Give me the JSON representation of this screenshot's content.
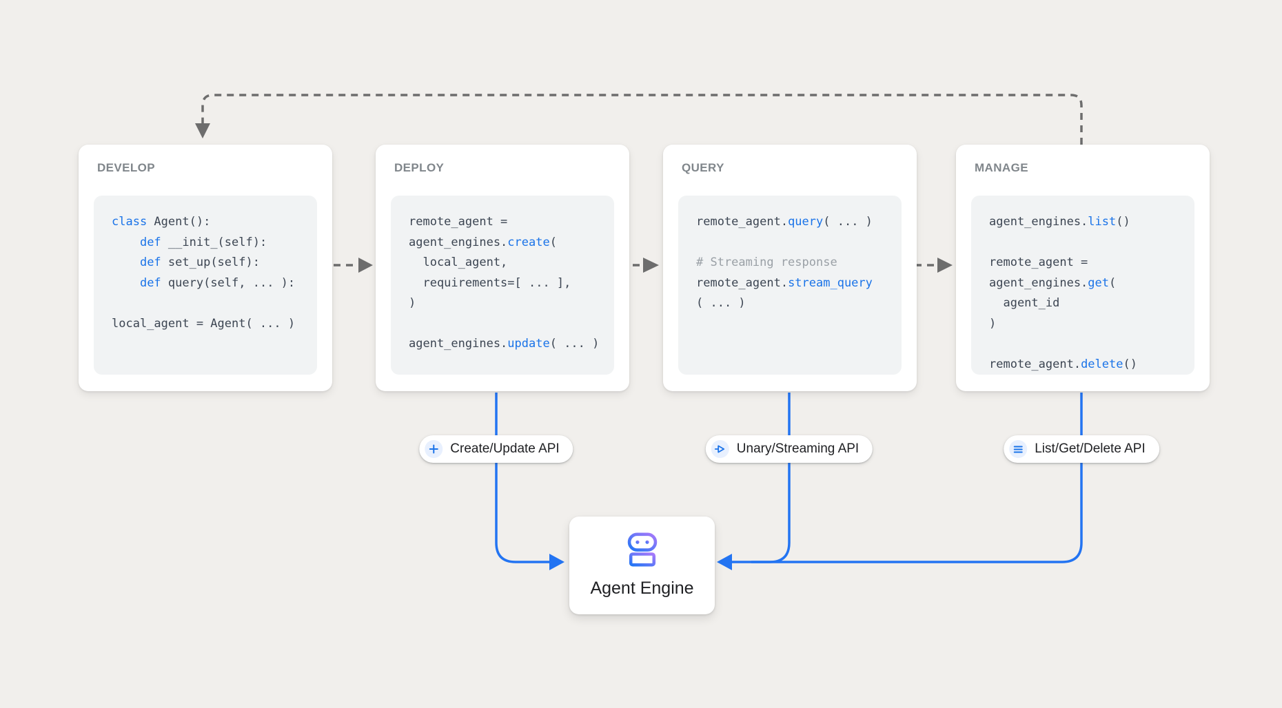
{
  "colors": {
    "background": "#F1EFEC",
    "card": "#FFFFFF",
    "code_bg": "#F1F3F4",
    "keyword_blue": "#1A73E8",
    "code_text": "#3C4552",
    "comment_gray": "#9AA0A6",
    "title_gray": "#80868B",
    "dashed_gray": "#6D6D6D",
    "flow_blue": "#2374F2",
    "icon_circle_bg": "#E8F0FE",
    "text_dark": "#202124",
    "robot_purple": "#A879FA",
    "robot_blue": "#2276F5"
  },
  "cards": [
    {
      "title": "DEVELOP",
      "code": [
        [
          {
            "t": "class",
            "c": "kw"
          },
          {
            "t": " Agent():",
            "c": "p"
          }
        ],
        [
          {
            "t": "    ",
            "c": "p"
          },
          {
            "t": "def",
            "c": "kw"
          },
          {
            "t": " __init_(self):",
            "c": "p"
          }
        ],
        [
          {
            "t": "    ",
            "c": "p"
          },
          {
            "t": "def",
            "c": "kw"
          },
          {
            "t": " set_up(self):",
            "c": "p"
          }
        ],
        [
          {
            "t": "    ",
            "c": "p"
          },
          {
            "t": "def",
            "c": "kw"
          },
          {
            "t": " query(self, ... ):",
            "c": "p"
          }
        ],
        [],
        [
          {
            "t": "local_agent = Agent( ... )",
            "c": "p"
          }
        ]
      ]
    },
    {
      "title": "DEPLOY",
      "code": [
        [
          {
            "t": "remote_agent =",
            "c": "p"
          }
        ],
        [
          {
            "t": "agent_engines.",
            "c": "p"
          },
          {
            "t": "create",
            "c": "kw"
          },
          {
            "t": "(",
            "c": "p"
          }
        ],
        [
          {
            "t": "  local_agent,",
            "c": "p"
          }
        ],
        [
          {
            "t": "  requirements=[ ... ],",
            "c": "p"
          }
        ],
        [
          {
            "t": ")",
            "c": "p"
          }
        ],
        [],
        [
          {
            "t": "agent_engines.",
            "c": "p"
          },
          {
            "t": "update",
            "c": "kw"
          },
          {
            "t": "( ... )",
            "c": "p"
          }
        ]
      ]
    },
    {
      "title": "QUERY",
      "code": [
        [
          {
            "t": "remote_agent.",
            "c": "p"
          },
          {
            "t": "query",
            "c": "kw"
          },
          {
            "t": "( ... )",
            "c": "p"
          }
        ],
        [],
        [
          {
            "t": "# Streaming response",
            "c": "cm"
          }
        ],
        [
          {
            "t": "remote_agent.",
            "c": "p"
          },
          {
            "t": "stream_query",
            "c": "kw"
          }
        ],
        [
          {
            "t": "( ... )",
            "c": "p"
          }
        ]
      ]
    },
    {
      "title": "MANAGE",
      "code": [
        [
          {
            "t": "agent_engines.",
            "c": "p"
          },
          {
            "t": "list",
            "c": "kw"
          },
          {
            "t": "()",
            "c": "p"
          }
        ],
        [],
        [
          {
            "t": "remote_agent =",
            "c": "p"
          }
        ],
        [
          {
            "t": "agent_engines.",
            "c": "p"
          },
          {
            "t": "get",
            "c": "kw"
          },
          {
            "t": "(",
            "c": "p"
          }
        ],
        [
          {
            "t": "  agent_id",
            "c": "p"
          }
        ],
        [
          {
            "t": ")",
            "c": "p"
          }
        ],
        [],
        [
          {
            "t": "remote_agent.",
            "c": "p"
          },
          {
            "t": "delete",
            "c": "kw"
          },
          {
            "t": "()",
            "c": "p"
          }
        ]
      ]
    }
  ],
  "pills": [
    {
      "icon": "plus-icon",
      "label": "Create/Update API"
    },
    {
      "icon": "send-icon",
      "label": "Unary/Streaming API"
    },
    {
      "icon": "list-icon",
      "label": "List/Get/Delete API"
    }
  ],
  "engine": {
    "icon": "robot-icon",
    "label": "Agent Engine"
  }
}
